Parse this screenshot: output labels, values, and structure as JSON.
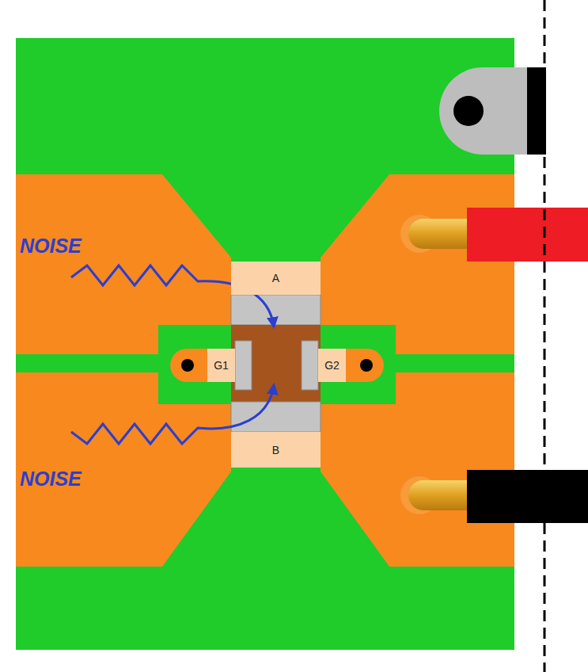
{
  "diagram": {
    "nodes": [
      {
        "text": [
          "A"
        ]
      },
      {
        "text": [
          "G1"
        ]
      },
      {
        "text": [
          "G2"
        ]
      },
      {
        "text": [
          "B"
        ]
      }
    ],
    "labels": [
      "NOISE",
      "NOISE"
    ]
  }
}
